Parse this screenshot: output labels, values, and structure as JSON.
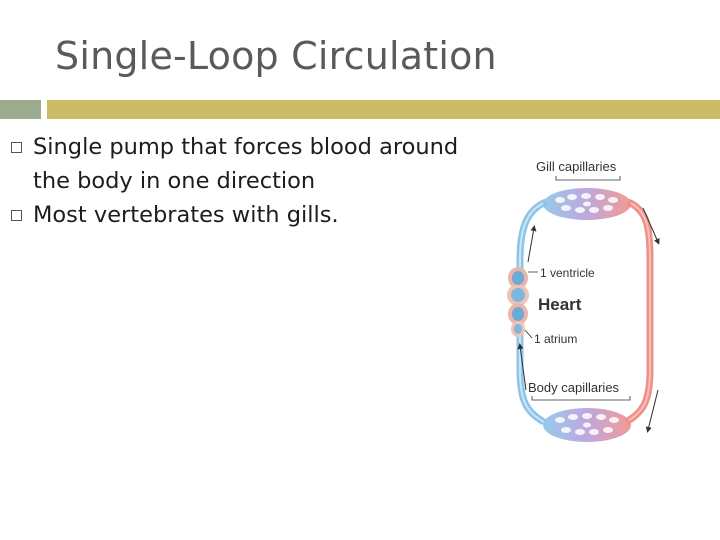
{
  "slide": {
    "title": "Single-Loop Circulation",
    "bullets": [
      "Single pump that forces blood around the body in one direction",
      "Most vertebrates with gills."
    ]
  },
  "diagram": {
    "labels": {
      "gill": "Gill capillaries",
      "ventricle": "1 ventricle",
      "heart": "Heart",
      "atrium": "1 atrium",
      "body": "Body capillaries"
    },
    "colors": {
      "oxygenated": "#f08f8a",
      "deoxygenated": "#8cc4ea",
      "accent_bar": "#cdbc66",
      "side_bar": "#9aab8e"
    }
  }
}
